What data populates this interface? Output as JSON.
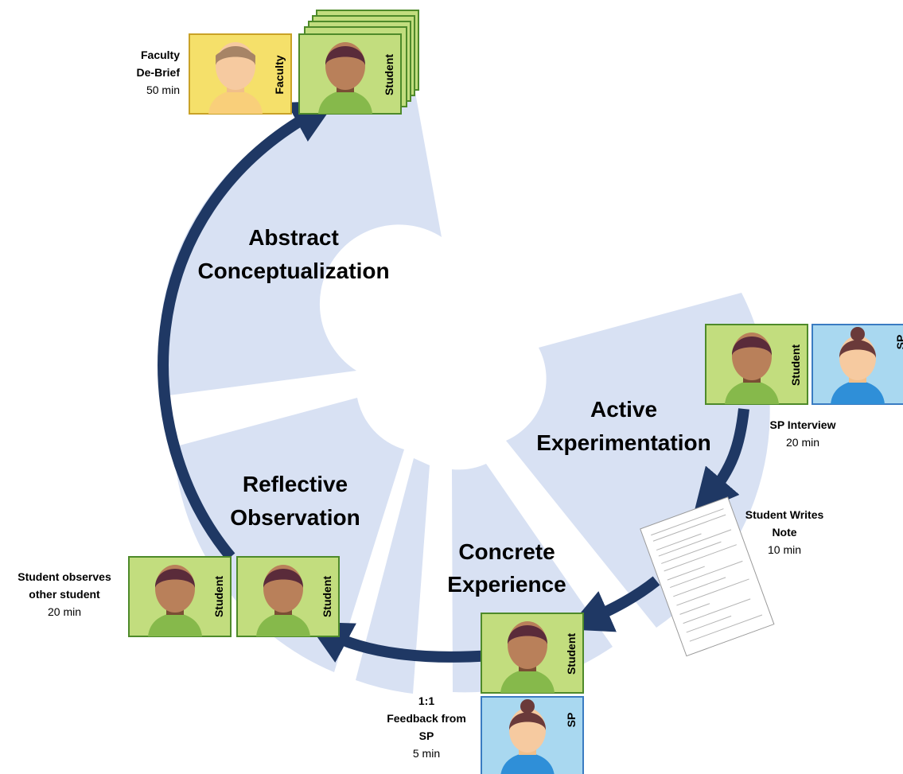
{
  "stages": {
    "abstract": [
      "Abstract",
      "Conceptualization"
    ],
    "active": [
      "Active",
      "Experimentation"
    ],
    "reflective": [
      "Reflective",
      "Observation"
    ],
    "concrete": [
      "Concrete",
      "Experience"
    ]
  },
  "activities": {
    "debrief": {
      "title": [
        "Faculty",
        "De-Brief"
      ],
      "duration": "50 min"
    },
    "sp_interview": {
      "title": [
        "SP Interview"
      ],
      "duration": "20 min"
    },
    "writes_note": {
      "title": [
        "Student Writes",
        "Note"
      ],
      "duration": "10 min"
    },
    "feedback": {
      "title": [
        "1:1",
        "Feedback from",
        "SP"
      ],
      "duration": "5 min"
    },
    "observes": {
      "title": [
        "Student observes",
        "other student"
      ],
      "duration": "20 min"
    }
  },
  "roles": {
    "student": "Student",
    "faculty": "Faculty",
    "sp": "SP"
  },
  "colors": {
    "sector": "#d8e1f3",
    "arrow": "#1f3864",
    "student_bg": "#c2dd7e",
    "student_border": "#4e8a2a",
    "faculty_bg": "#f5e06a",
    "faculty_border": "#c9a227",
    "sp_bg": "#a9d8f0",
    "sp_border": "#3a7cc2"
  }
}
